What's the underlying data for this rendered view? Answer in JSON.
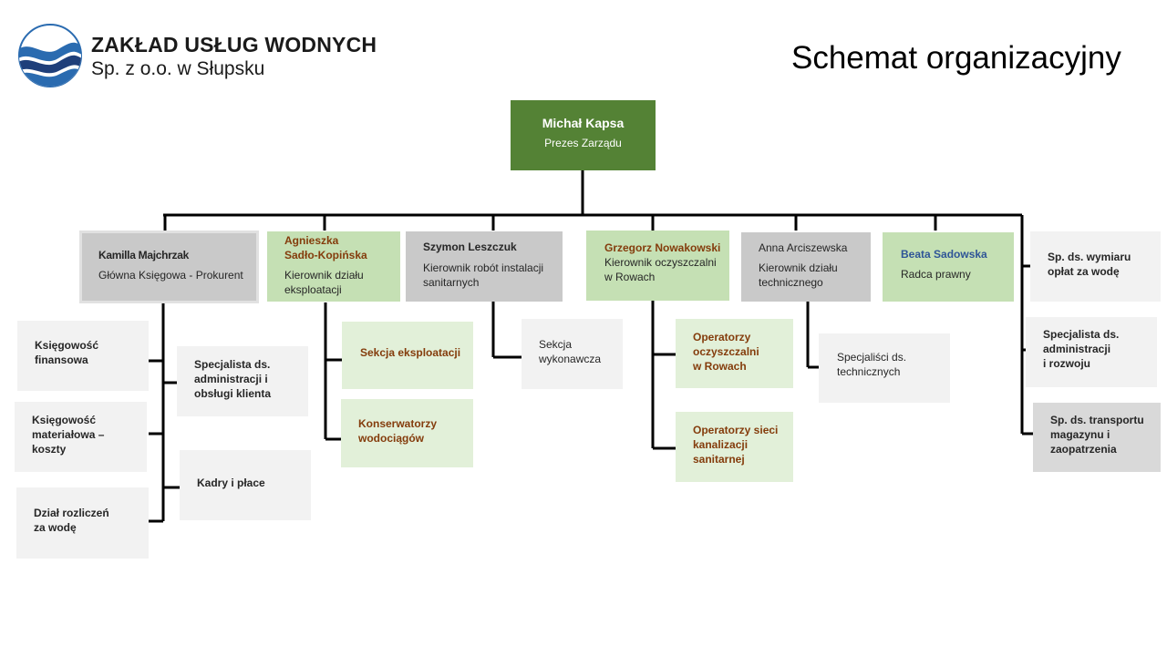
{
  "header": {
    "company_name": "ZAKŁAD USŁUG WODNYCH",
    "company_sub": "Sp. z o.o. w Słupsku",
    "title": "Schemat organizacyjny",
    "logo_icon": "water-waves-logo-icon"
  },
  "colors": {
    "president_box": "#548235",
    "gray_box": "#c9c9c9",
    "light_green_box": "#c5e0b4",
    "pale_green_box": "#e2f0d9",
    "light_gray_box": "#f2f2f2",
    "brown_text": "#843c0c",
    "blue_text": "#2f5597"
  },
  "president": {
    "name": "Michał Kapsa",
    "role": "Prezes Zarządu"
  },
  "managers": [
    {
      "name": "Kamilla Majchrzak",
      "role": "Główna Księgowa - Prokurent"
    },
    {
      "name": "Agnieszka\nSadło-Kopińska",
      "role": "Kierownik działu\neksploatacji"
    },
    {
      "name": "Szymon Leszczuk",
      "role": "Kierownik robót instalacji\nsanitarnych"
    },
    {
      "name": "Grzegorz Nowakowski",
      "role": "Kierownik oczyszczalni\nw Rowach"
    },
    {
      "name": "Anna Arciszewska",
      "role": "Kierownik działu\ntechnicznego"
    },
    {
      "name": "Beata Sadowska",
      "role": "Radca prawny"
    }
  ],
  "units": {
    "ksiegowosc_finansowa": "Księgowość\nfinansowa",
    "ksiegowosc_materialowa": "Księgowość\nmateriałowa –\nkoszty",
    "dzial_rozliczen": "Dział rozliczeń\nza wodę",
    "specjalista_obslugi": "Specjalista ds.\nadministracji i\nobsługi klienta",
    "kadry": "Kadry i płace",
    "sekcja_eksploatacji": "Sekcja eksploatacji",
    "konserwatorzy": "Konserwatorzy\nwodociągów",
    "sekcja_wykonawcza": "Sekcja\nwykonawcza",
    "operatorzy_oczyszczalni": "Operatorzy\noczyszczalni\nw Rowach",
    "operatorzy_sieci": "Operatorzy sieci\nkanalizacji\nsanitarnej",
    "specjalisci_techniczni": "Specjaliści ds.\ntechnicznych",
    "sp_wymiaru": "Sp. ds. wymiaru\nopłat za wodę",
    "specjalista_rozwoju": "Specjalista ds.\nadministracji\ni rozwoju",
    "sp_transportu": "Sp. ds. transportu\nmagazynu i\nzaopatrzenia"
  }
}
